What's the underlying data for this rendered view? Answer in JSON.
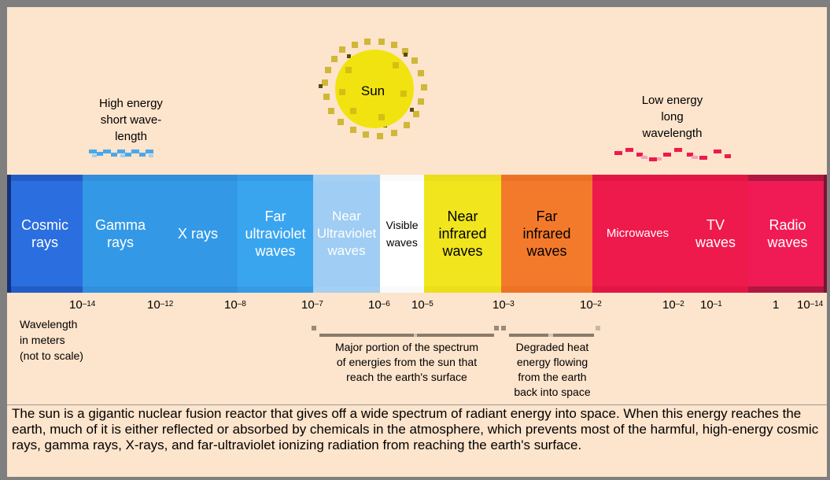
{
  "sun": {
    "label": "Sun"
  },
  "high_energy": {
    "line1": "High energy",
    "line2": "short wave-",
    "line3": "length"
  },
  "low_energy": {
    "line1": "Low energy",
    "line2": "long",
    "line3": "wavelength"
  },
  "bands": [
    {
      "id": "cosmic",
      "lines": [
        "Cosmic",
        "rays"
      ],
      "color": "#2b6ee0"
    },
    {
      "id": "gamma",
      "lines": [
        "Gamma",
        "rays"
      ],
      "color": "#3399e6"
    },
    {
      "id": "xray",
      "lines": [
        "X rays"
      ],
      "color": "#3399e6"
    },
    {
      "id": "far-uv",
      "lines": [
        "Far",
        "ultraviolet",
        "waves"
      ],
      "color": "#3aa5ef"
    },
    {
      "id": "near-uv",
      "lines": [
        "Near",
        "Ultraviolet",
        "waves"
      ],
      "color": "#9fcdf3"
    },
    {
      "id": "visible",
      "lines": [
        "Visible",
        "waves"
      ],
      "color": "#ffffff"
    },
    {
      "id": "near-ir",
      "lines": [
        "Near",
        "infrared",
        "waves"
      ],
      "color": "#f1e51d"
    },
    {
      "id": "far-ir",
      "lines": [
        "Far",
        "infrared",
        "waves"
      ],
      "color": "#f47a2b"
    },
    {
      "id": "microwaves",
      "lines": [
        "Microwaves"
      ],
      "color": "#ee1a4c"
    },
    {
      "id": "tv",
      "lines": [
        "TV",
        "waves"
      ],
      "color": "#ee1a4c"
    },
    {
      "id": "radio",
      "lines": [
        "Radio",
        "waves"
      ],
      "color": "#f01b55"
    }
  ],
  "ticks": [
    {
      "base": "10",
      "exp": "–14"
    },
    {
      "base": "10",
      "exp": "–12"
    },
    {
      "base": "10",
      "exp": "–8"
    },
    {
      "base": "10",
      "exp": "–7"
    },
    {
      "base": "10",
      "exp": "–6"
    },
    {
      "base": "10",
      "exp": "–5"
    },
    {
      "base": "10",
      "exp": "–3"
    },
    {
      "base": "10",
      "exp": "–2"
    },
    {
      "base": "10",
      "exp": "–2"
    },
    {
      "base": "10",
      "exp": "–1"
    },
    {
      "base": "1",
      "exp": ""
    },
    {
      "base": "10",
      "exp": "–14"
    }
  ],
  "wavelength_note": {
    "line1": "Wavelength",
    "line2": "in meters",
    "line3": "(not to scale)"
  },
  "major_portion": {
    "line1": "Major portion of the spectrum",
    "line2": "of energies from the sun that",
    "line3": "reach the earth's surface"
  },
  "degraded": {
    "line1": "Degraded heat",
    "line2": "energy flowing",
    "line3": "from the earth",
    "line4": "back into space"
  },
  "caption": "The sun is a gigantic nuclear fusion reactor that gives off a wide spectrum of radiant energy into space. When this energy reaches the earth, much of it is either reflected or absorbed by chemicals in the atmosphere, which prevents most of the harmful, high-energy cosmic rays, gamma rays, X-rays, and far-ultraviolet ionizing radiation from reaching the earth's surface."
}
